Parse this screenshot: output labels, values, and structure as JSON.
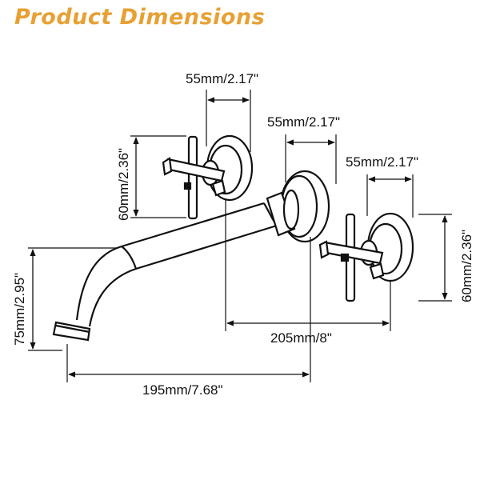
{
  "title": "Product Dimensions",
  "colors": {
    "title": "#e8a033",
    "line": "#111111",
    "background": "#ffffff"
  },
  "dimensions": {
    "left_handle_width": "55mm/2.17\"",
    "spout_base_width": "55mm/2.17\"",
    "right_handle_width": "55mm/2.17\"",
    "left_handle_height": "60mm/2.36\"",
    "right_handle_height": "60mm/2.36\"",
    "spout_height": "75mm/2.95\"",
    "handle_spacing": "205mm/8\"",
    "spout_length": "195mm/7.68\""
  }
}
